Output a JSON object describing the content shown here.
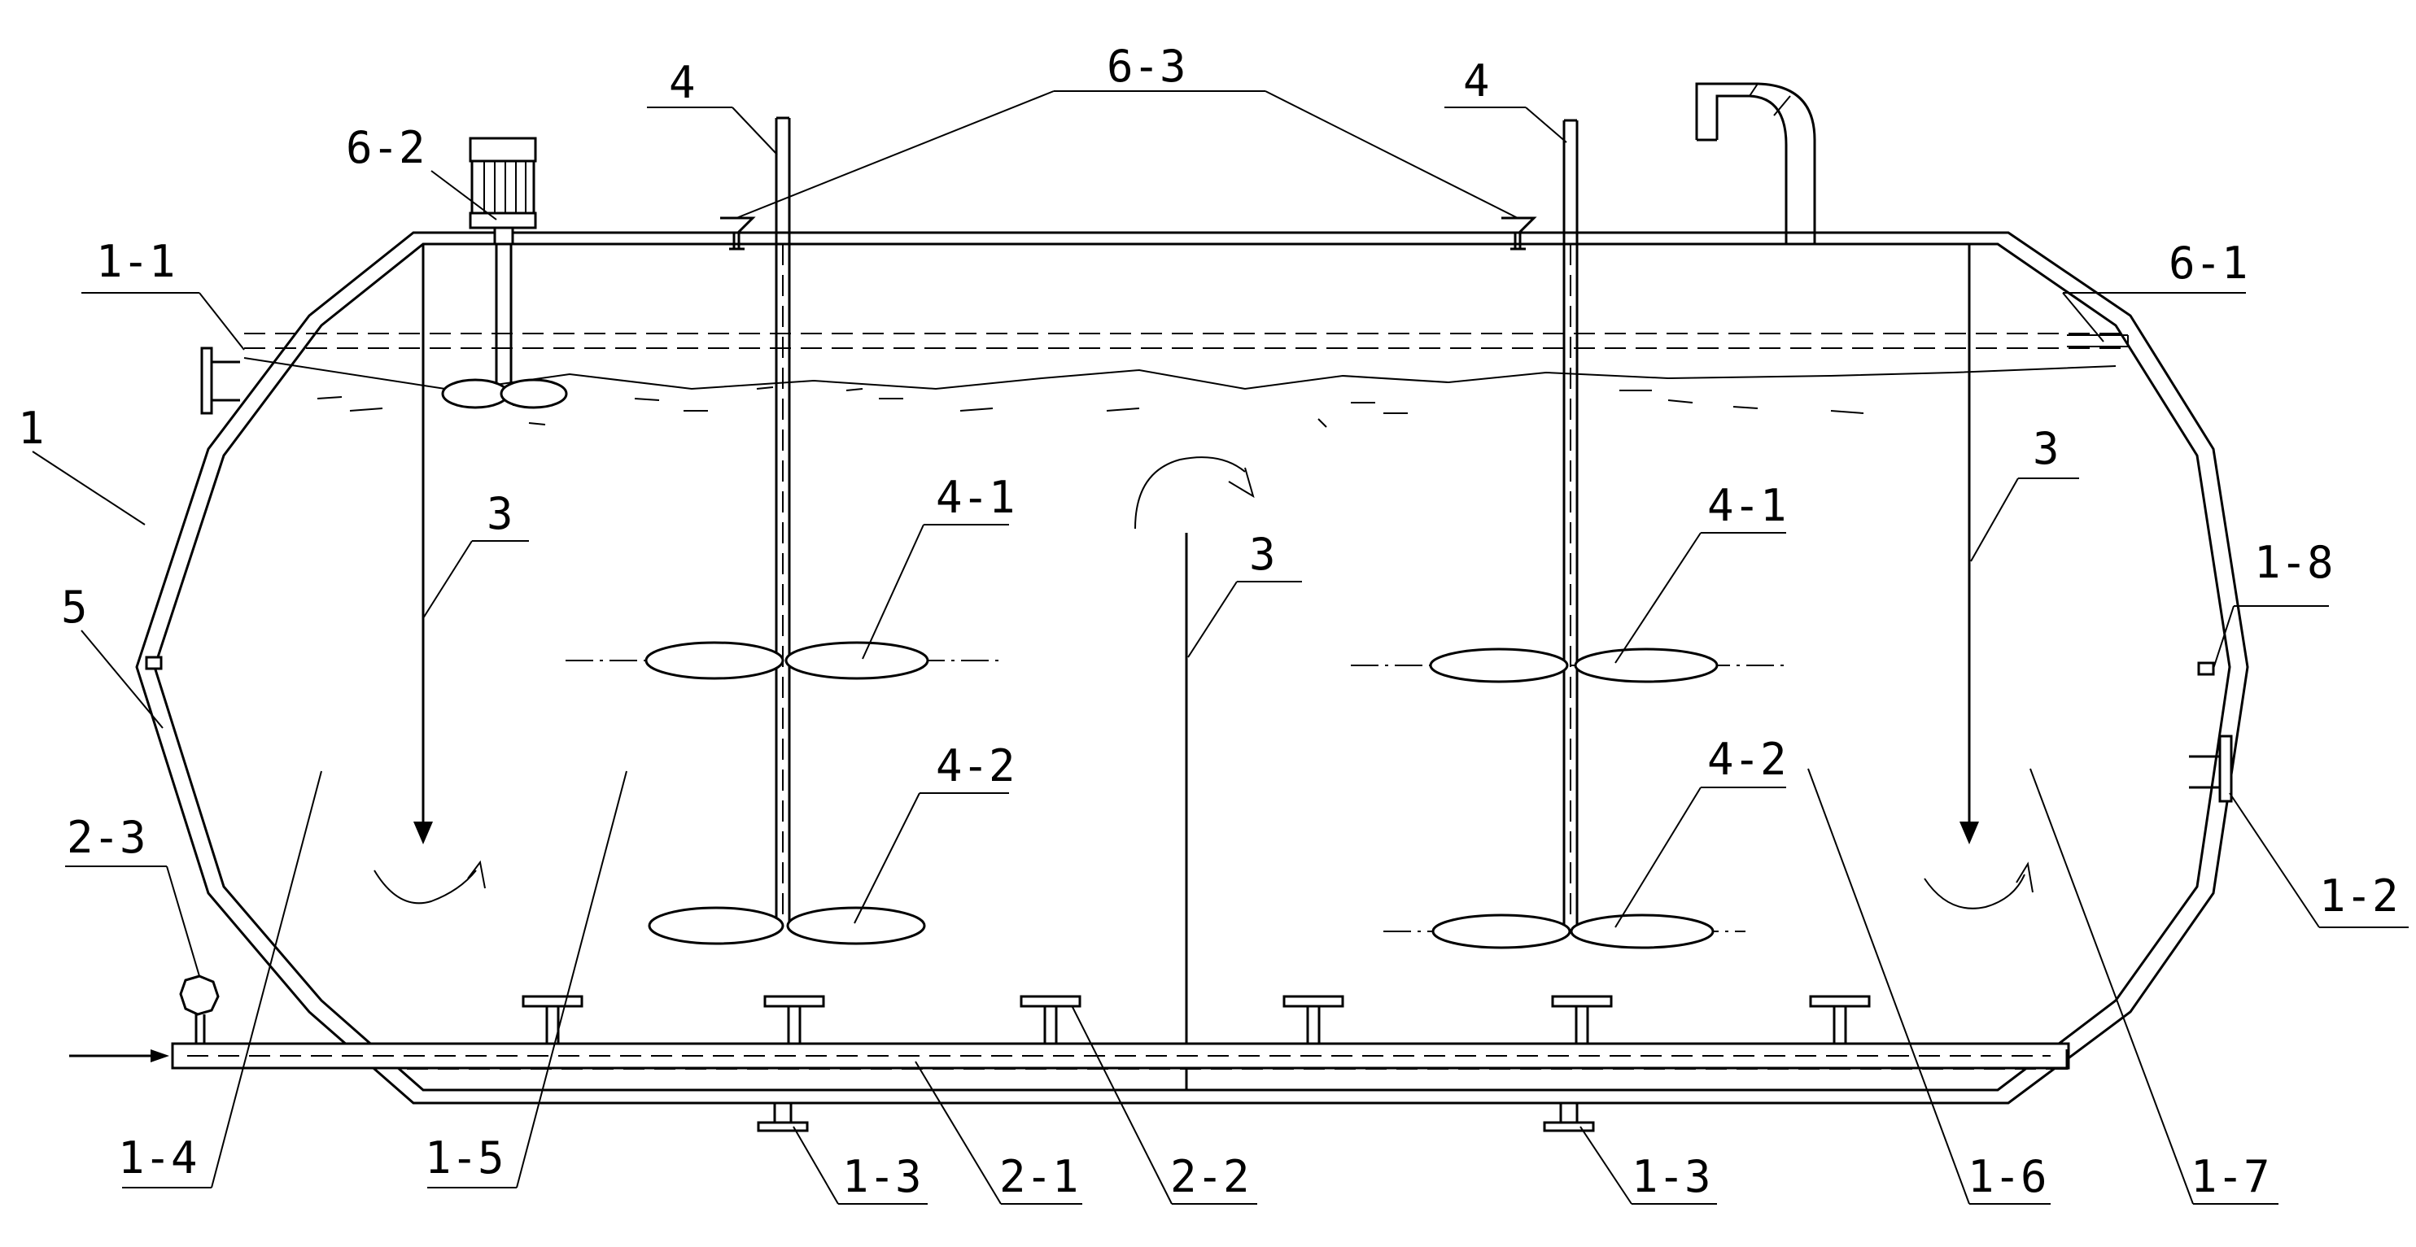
{
  "labels": {
    "l_1": "1",
    "l_1_1": "1-1",
    "l_5": "5",
    "l_6_2": "6-2",
    "l_4_left": "4",
    "l_6_3": "6-3",
    "l_4_right": "4",
    "l_6_1": "6-1",
    "l_3_left": "3",
    "l_3_mid": "3",
    "l_3_right": "3",
    "l_4_1_left": "4-1",
    "l_4_1_right": "4-1",
    "l_4_2_left": "4-2",
    "l_4_2_right": "4-2",
    "l_1_8": "1-8",
    "l_2_3": "2-3",
    "l_1_2": "1-2",
    "l_1_4": "1-4",
    "l_1_5": "1-5",
    "l_1_3_left": "1-3",
    "l_2_1": "2-1",
    "l_2_2": "2-2",
    "l_1_3_right": "1-3",
    "l_1_6": "1-6",
    "l_1_7": "1-7"
  }
}
